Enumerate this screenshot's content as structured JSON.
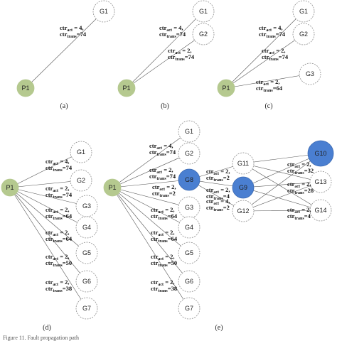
{
  "colors": {
    "source_fill": "#b5c98f",
    "highlight_fill": "#4a7fd1",
    "node_stroke": "#8a8a8a",
    "edge": "#555555"
  },
  "panels": [
    {
      "label": "(a)",
      "nodes": [
        {
          "id": "P1",
          "style": "source"
        },
        {
          "id": "G1",
          "style": "plain"
        }
      ],
      "edges": [
        [
          "P1",
          "G1"
        ]
      ],
      "edge_labels": [
        {
          "act": "4",
          "trans": "74"
        }
      ]
    },
    {
      "label": "(b)",
      "nodes": [
        {
          "id": "P1",
          "style": "source"
        },
        {
          "id": "G1",
          "style": "plain"
        },
        {
          "id": "G2",
          "style": "plain"
        }
      ],
      "edges": [
        [
          "P1",
          "G1"
        ],
        [
          "P1",
          "G2"
        ]
      ],
      "edge_labels": [
        {
          "act": "4",
          "trans": "74"
        },
        {
          "act": "2",
          "trans": "74"
        }
      ]
    },
    {
      "label": "(c)",
      "nodes": [
        {
          "id": "P1",
          "style": "source"
        },
        {
          "id": "G1",
          "style": "plain"
        },
        {
          "id": "G2",
          "style": "plain"
        },
        {
          "id": "G3",
          "style": "plain"
        }
      ],
      "edges": [
        [
          "P1",
          "G1"
        ],
        [
          "P1",
          "G2"
        ],
        [
          "P1",
          "G3"
        ]
      ],
      "edge_labels": [
        {
          "act": "4",
          "trans": "74"
        },
        {
          "act": "2",
          "trans": "74"
        },
        {
          "act": "2",
          "trans": "64"
        }
      ]
    },
    {
      "label": "(d)",
      "nodes": [
        {
          "id": "P1",
          "style": "source"
        },
        {
          "id": "G1",
          "style": "plain"
        },
        {
          "id": "G2",
          "style": "plain"
        },
        {
          "id": "G3",
          "style": "plain"
        },
        {
          "id": "G4",
          "style": "plain"
        },
        {
          "id": "G5",
          "style": "plain"
        },
        {
          "id": "G6",
          "style": "plain"
        },
        {
          "id": "G7",
          "style": "plain"
        }
      ],
      "edges": [
        [
          "P1",
          "G1"
        ],
        [
          "P1",
          "G2"
        ],
        [
          "P1",
          "G3"
        ],
        [
          "P1",
          "G4"
        ],
        [
          "P1",
          "G5"
        ],
        [
          "P1",
          "G6"
        ],
        [
          "P1",
          "G7"
        ]
      ],
      "edge_labels": [
        {
          "act": "4",
          "trans": "74"
        },
        {
          "act": "2",
          "trans": "74"
        },
        {
          "act": "2",
          "trans": "64"
        },
        {
          "act": "2",
          "trans": "64"
        },
        {
          "act": "2",
          "trans": "50"
        },
        {
          "act": "2",
          "trans": "38"
        }
      ]
    },
    {
      "label": "",
      "nodes": [
        {
          "id": "P1",
          "style": "source"
        },
        {
          "id": "G1",
          "style": "plain"
        },
        {
          "id": "G2",
          "style": "plain"
        },
        {
          "id": "G8",
          "style": "highlight"
        },
        {
          "id": "G3",
          "style": "plain"
        },
        {
          "id": "G4",
          "style": "plain"
        },
        {
          "id": "G5",
          "style": "plain"
        },
        {
          "id": "G6",
          "style": "plain"
        },
        {
          "id": "G7",
          "style": "plain"
        }
      ],
      "edges": [
        [
          "P1",
          "G1"
        ],
        [
          "P1",
          "G2"
        ],
        [
          "P1",
          "G8"
        ],
        [
          "P1",
          "G3"
        ],
        [
          "P1",
          "G4"
        ],
        [
          "P1",
          "G5"
        ],
        [
          "P1",
          "G6"
        ],
        [
          "P1",
          "G7"
        ]
      ],
      "edge_labels": [
        {
          "act": "4",
          "trans": "74"
        },
        {
          "act": "2",
          "trans": "74"
        },
        {
          "act": "2",
          "trans": "2"
        },
        {
          "act": "2",
          "trans": "64"
        },
        {
          "act": "2",
          "trans": "64"
        },
        {
          "act": "2",
          "trans": "50"
        },
        {
          "act": "2",
          "trans": "38"
        }
      ]
    },
    {
      "label": "(e)",
      "nodes": [
        {
          "id": "G11",
          "style": "plain"
        },
        {
          "id": "G9",
          "style": "highlight"
        },
        {
          "id": "G12",
          "style": "plain"
        },
        {
          "id": "G10",
          "style": "highlight"
        },
        {
          "id": "G13",
          "style": "plain"
        },
        {
          "id": "G14",
          "style": "plain"
        }
      ],
      "edges": [
        [
          "G8",
          "G11"
        ],
        [
          "G8",
          "G9"
        ],
        [
          "G8",
          "G12"
        ],
        [
          "G11",
          "G10"
        ],
        [
          "G11",
          "G13"
        ],
        [
          "G11",
          "G14"
        ],
        [
          "G9",
          "G10"
        ],
        [
          "G9",
          "G13"
        ],
        [
          "G9",
          "G14"
        ],
        [
          "G12",
          "G10"
        ],
        [
          "G12",
          "G13"
        ],
        [
          "G12",
          "G14"
        ]
      ],
      "edge_labels": [
        {
          "act": "2",
          "trans": "2"
        },
        {
          "act": "2",
          "trans": "4"
        },
        {
          "act": "4",
          "trans": "2"
        },
        {
          "act": "2",
          "trans": "32"
        },
        {
          "act": "2",
          "trans": "28"
        },
        {
          "act": "2",
          "trans": "4"
        }
      ]
    }
  ],
  "label_prefix": "ctr",
  "act_sub": "act",
  "trans_sub": "trans",
  "caption": "Figure 11. Fault propagation path",
  "caption_visible": true
}
